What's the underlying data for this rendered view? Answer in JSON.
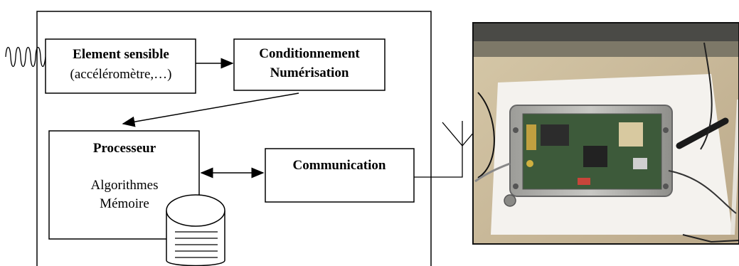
{
  "diagram": {
    "sensor": {
      "title": "Element sensible",
      "subtitle": "(accéléromètre,…)"
    },
    "conditioning": {
      "line1": "Conditionnement",
      "line2": "Numérisation"
    },
    "processor": {
      "title": "Processeur",
      "line1": "Algorithmes",
      "line2": "Mémoire"
    },
    "communication": {
      "title": "Communication"
    }
  },
  "photo": {
    "subject": "open enclosure with circuit board, antenna and cables"
  }
}
